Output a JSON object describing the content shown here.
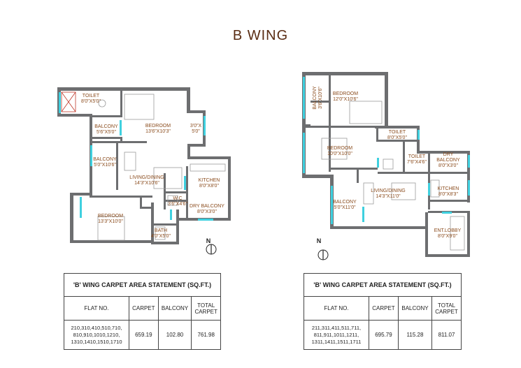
{
  "title": "B WING",
  "left_plan": {
    "rooms": [
      {
        "key": "toilet",
        "name": "TOILET",
        "size": "8'0\"X5'0\""
      },
      {
        "key": "balcony1",
        "name": "BALCONY",
        "size": "5'6\"X5'0\""
      },
      {
        "key": "bedroom1",
        "name": "BEDROOM",
        "size": "13'6\"X10'3\""
      },
      {
        "key": "shaft",
        "name": "3'0\"X",
        "size": "5'0\""
      },
      {
        "key": "balcony2",
        "name": "BALCONY",
        "size": "5'0\"X10'6\""
      },
      {
        "key": "living",
        "name": "LIVING/DINING",
        "size": "14'3\"X10'6\""
      },
      {
        "key": "kitchen",
        "name": "KITCHEN",
        "size": "8'0\"X8'0\""
      },
      {
        "key": "wc",
        "name": "W.C",
        "size": "3'6\"X4'6\""
      },
      {
        "key": "dry_balcony",
        "name": "DRY BALCONY",
        "size": "8'0\"X3'0\""
      },
      {
        "key": "bedroom2",
        "name": "BEDROOM",
        "size": "13'3\"X10'0\""
      },
      {
        "key": "bath",
        "name": "BATH",
        "size": "4'0\"X5'0\""
      }
    ],
    "north_label": "N"
  },
  "right_plan": {
    "rooms": [
      {
        "key": "balcony1",
        "name": "BALCONY",
        "size": "3'6\"X10'6\""
      },
      {
        "key": "bedroom1",
        "name": "BEDROOM",
        "size": "12'0\"X10'6\""
      },
      {
        "key": "bedroom2",
        "name": "BEDROOM",
        "size": "10'0\"X10'0\""
      },
      {
        "key": "toilet1",
        "name": "TOILET",
        "size": "8'0\"X5'0\""
      },
      {
        "key": "toilet2",
        "name": "TOILET",
        "size": "7'6\"X4'6\""
      },
      {
        "key": "dry_balcony",
        "name": "DRY",
        "name2": "BALCONY",
        "size": "8'0\"X3'0\""
      },
      {
        "key": "living",
        "name": "LIVING/DINING",
        "size": "14'3\"X11'0\""
      },
      {
        "key": "kitchen",
        "name": "KITCHEN",
        "size": "8'0\"X8'3\""
      },
      {
        "key": "balcony2",
        "name": "BALCONY",
        "size": "5'0\"X11'0\""
      },
      {
        "key": "ent_lobby",
        "name": "ENT.LOBBY",
        "size": "8'0\"X9'0\""
      }
    ],
    "north_label": "N"
  },
  "tables": [
    {
      "heading": "'B' WING CARPET AREA STATEMENT (SQ.FT.)",
      "col_flat": "FLAT NO.",
      "col_carpet": "CARPET",
      "col_balcony": "BALCONY",
      "col_total_1": "TOTAL",
      "col_total_2": "CARPET",
      "flats_1": "210,310,410,510,710,",
      "flats_2": "810,910,1010,1210,",
      "flats_3": "1310,1410,1510,1710",
      "carpet": "659.19",
      "balcony": "102.80",
      "total": "761.98"
    },
    {
      "heading": "'B' WING CARPET AREA STATEMENT (SQ.FT.)",
      "col_flat": "FLAT NO.",
      "col_carpet": "CARPET",
      "col_balcony": "BALCONY",
      "col_total_1": "TOTAL",
      "col_total_2": "CARPET",
      "flats_1": "211,311,411,511,711,",
      "flats_2": "811,911,1011,1211,",
      "flats_3": "1311,1411,1511,1711",
      "carpet": "695.79",
      "balcony": "115.28",
      "total": "811.07"
    }
  ],
  "colors": {
    "wall": "#6d6e70",
    "window": "#3fd0df",
    "label": "#8a4b1c",
    "title": "#5a2d14"
  }
}
